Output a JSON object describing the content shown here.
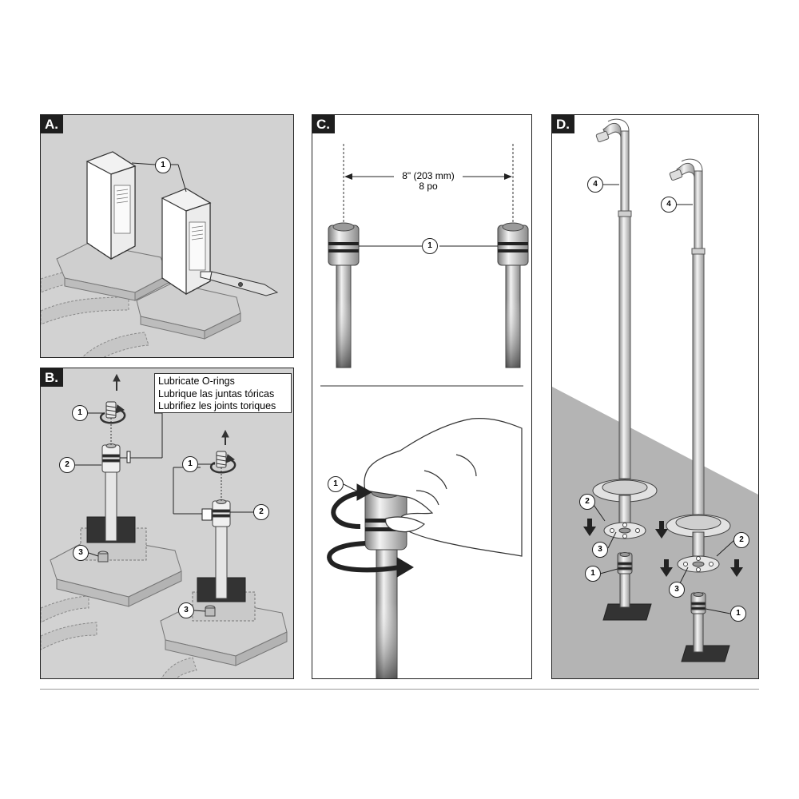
{
  "panels": {
    "a": {
      "label": "A.",
      "callouts": [
        "1"
      ]
    },
    "b": {
      "label": "B.",
      "callouts": [
        "1",
        "2",
        "3",
        "1",
        "2",
        "3"
      ],
      "note": {
        "line1": "Lubricate O-rings",
        "line2": "Lubrique las juntas tóricas",
        "line3": "Lubrifiez les joints toriques"
      }
    },
    "c": {
      "label": "C.",
      "callouts": [
        "1",
        "1"
      ],
      "dimension": {
        "line1": "8\" (203 mm)",
        "line2": "8 po"
      }
    },
    "d": {
      "label": "D.",
      "callouts": [
        "4",
        "4",
        "2",
        "3",
        "1",
        "2",
        "3",
        "1"
      ]
    }
  },
  "colors": {
    "panel_gray": "#d2d2d2",
    "floor_gray": "#b4b4b4",
    "line": "#222222"
  }
}
